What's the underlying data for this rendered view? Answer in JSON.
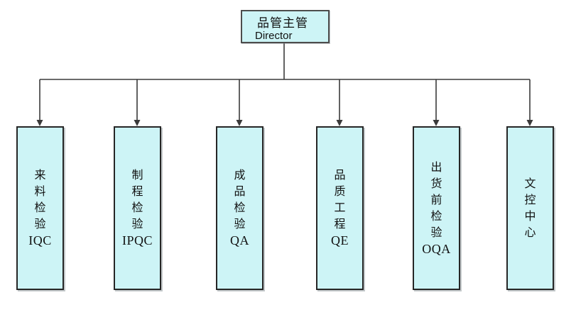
{
  "colors": {
    "background": "#ffffff",
    "box_fill": "#cdf4f6",
    "box_border": "#262626",
    "connector": "#3a3a3a"
  },
  "root": {
    "title": "品管主管",
    "subtitle": "Director"
  },
  "departments": [
    {
      "name": "来料检验",
      "abbr": "IQC"
    },
    {
      "name": "制程检验",
      "abbr": "IPQC"
    },
    {
      "name": "成品检验",
      "abbr": "QA"
    },
    {
      "name": "品质工程",
      "abbr": "QE"
    },
    {
      "name": "出货前检验",
      "abbr": "OQA"
    },
    {
      "name": "文控中心",
      "abbr": ""
    }
  ]
}
